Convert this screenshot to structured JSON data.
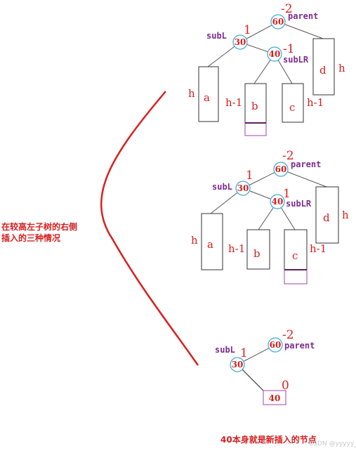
{
  "side_caption": {
    "line1": "在较高左子树的右侧",
    "line2": "插入的三种情况"
  },
  "bottom_caption": "40本身就是新插入的节点",
  "watermark": "CSDN @yyyyy_",
  "case1": {
    "n60": "60",
    "bf60": "-2",
    "parent_tag": "parent",
    "n30": "30",
    "bf30": "1",
    "subl_tag": "subL",
    "n40": "40",
    "bf40": "-1",
    "sublr_tag": "subLR",
    "a": "a",
    "b": "b",
    "c": "c",
    "d": "d",
    "h_a": "h",
    "h_b": "h-1",
    "h_c": "h-1",
    "h_d": "h"
  },
  "case2": {
    "n60": "60",
    "bf60": "-2",
    "parent_tag": "parent",
    "n30": "30",
    "bf30": "1",
    "subl_tag": "subL",
    "n40": "40",
    "bf40": "1",
    "sublr_tag": "subLR",
    "a": "a",
    "b": "b",
    "c": "c",
    "d": "d",
    "h_a": "h",
    "h_b": "h-1",
    "h_c": "h-1",
    "h_d": "h"
  },
  "case3": {
    "n60": "60",
    "bf60": "-2",
    "parent_tag": "parent",
    "n30": "30",
    "bf30": "1",
    "subl_tag": "subL",
    "n40": "40",
    "bf40": "0"
  }
}
